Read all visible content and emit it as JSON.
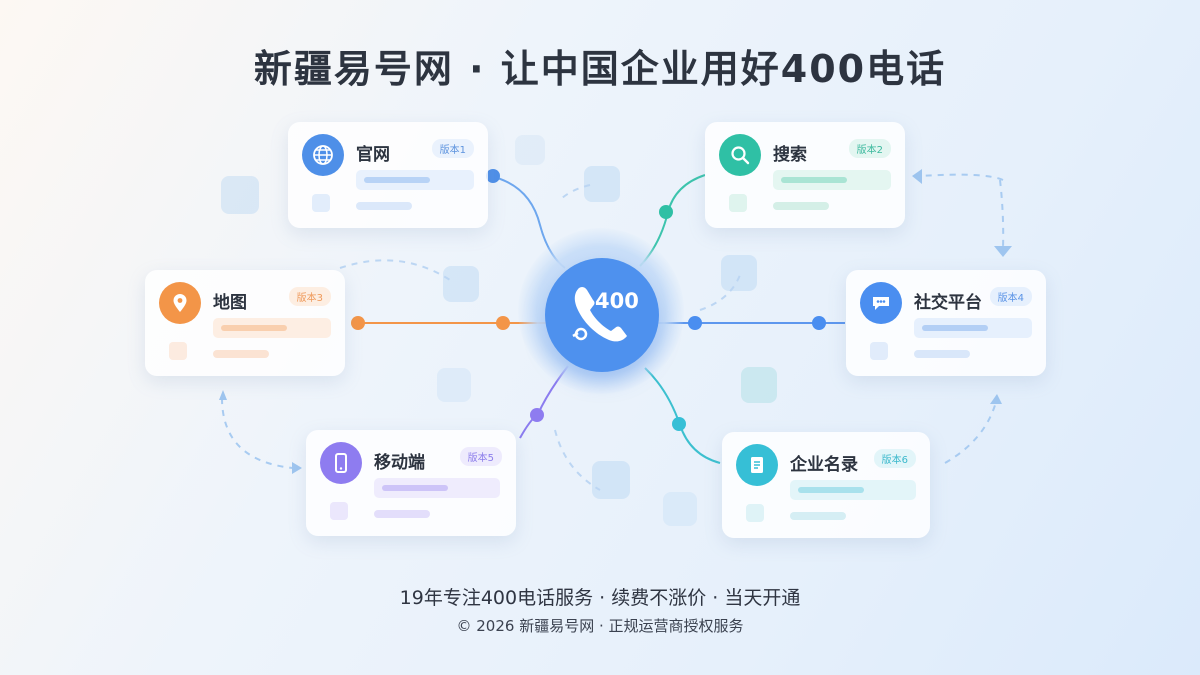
{
  "header": {
    "title": "新疆易号网 · 让中国企业用好400电话"
  },
  "hub": {
    "label": "400"
  },
  "nodes": [
    {
      "name": "官网",
      "badge": "版本1",
      "icon": "globe-icon",
      "color": "#4e8fe8"
    },
    {
      "name": "搜索",
      "badge": "版本2",
      "icon": "search-icon",
      "color": "#2fc0a5"
    },
    {
      "name": "地图",
      "badge": "版本3",
      "icon": "map-pin-icon",
      "color": "#f39548"
    },
    {
      "name": "社交平台",
      "badge": "版本4",
      "icon": "chat-icon",
      "color": "#4a8ef0"
    },
    {
      "name": "移动端",
      "badge": "版本5",
      "icon": "mobile-icon",
      "color": "#8e7cf0"
    },
    {
      "name": "企业名录",
      "badge": "版本6",
      "icon": "document-icon",
      "color": "#36bfd6"
    }
  ],
  "footer": {
    "tagline": "19年专注400电话服务 · 续费不涨价 · 当天开通",
    "copyright": "© 2026 新疆易号网 · 正规运营商授权服务"
  }
}
